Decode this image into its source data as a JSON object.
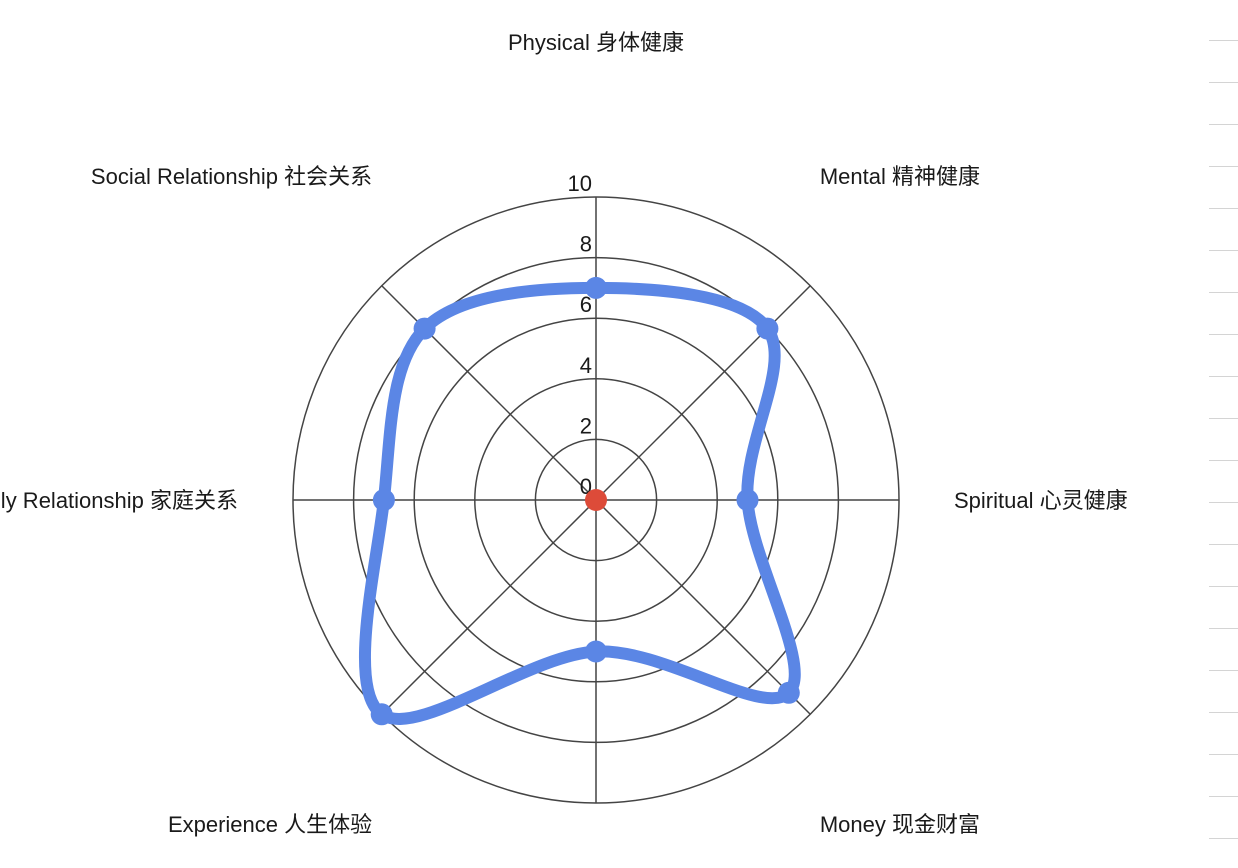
{
  "chart_data": {
    "type": "radar",
    "axes": [
      "Physical 身体健康",
      "Mental 精神健康",
      "Spiritual 心灵健康",
      "Money 现金财富",
      "",
      "Experience 人生体验",
      "Family Relationship 家庭关系",
      "Social Relationship 社会关系"
    ],
    "r_ticks": [
      "0",
      "2",
      "4",
      "6",
      "8",
      "10"
    ],
    "rlim": [
      0,
      10
    ],
    "grid": true,
    "series": [
      {
        "values": [
          7,
          8,
          5,
          9,
          5,
          10,
          7,
          8
        ],
        "color": "#5b86e5"
      }
    ],
    "center_marker_color": "#dd4b39"
  }
}
